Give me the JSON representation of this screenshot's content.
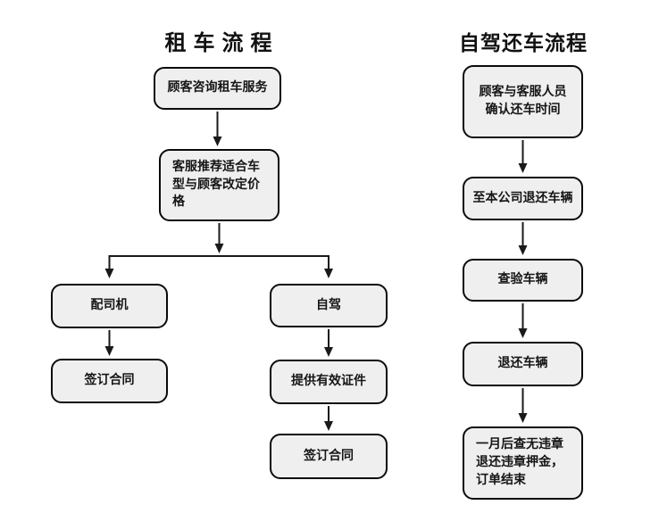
{
  "colors": {
    "background": "#ffffff",
    "node_fill": "#efefef",
    "node_border": "#0a0a0a",
    "arrow": "#1a1a1a",
    "text": "#151515"
  },
  "flows": {
    "rental": {
      "title": "租 车 流 程",
      "nodes": {
        "inquiry": "顾客咨询租车服务",
        "recommend": "客服推荐适合车\n型与顾客改定价\n格",
        "with_driver": "配司机",
        "self_drive": "自驾",
        "sign_contract_driver": "签订合同",
        "provide_documents": "提供有效证件",
        "sign_contract_self": "签订合同"
      }
    },
    "return": {
      "title": "自驾还车流程",
      "nodes": {
        "confirm_time": "顾客与客服人员\n确认还车时间",
        "return_to_company": "至本公司退还车辆",
        "inspect_vehicle": "查验车辆",
        "return_vehicle": "退还车辆",
        "deposit_refund": "一月后查无违章\n退还违章押金，\n订单结束"
      }
    }
  }
}
